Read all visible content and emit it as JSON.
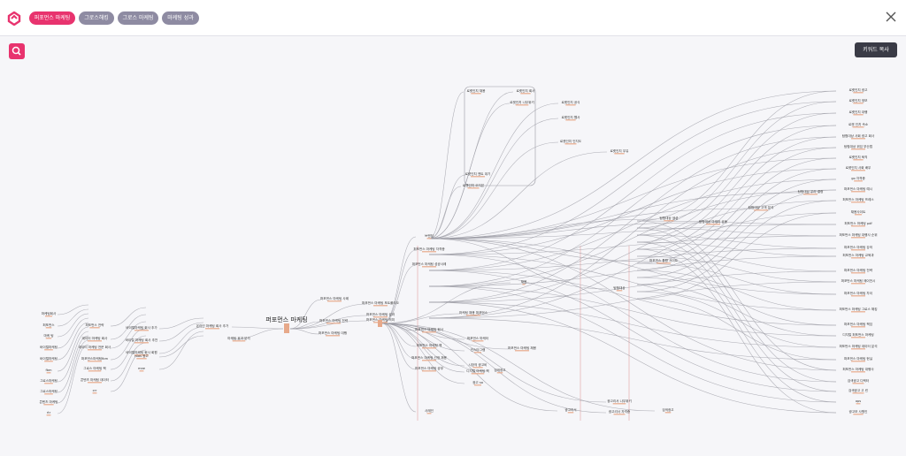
{
  "tabs": [
    {
      "label": "퍼포먼스 마케팅",
      "color": "#e8336e"
    },
    {
      "label": "그로스해킹",
      "color": "#8e8ba2"
    },
    {
      "label": "그로스 마케팅",
      "color": "#8e8ba2"
    },
    {
      "label": "마케팅 성과",
      "color": "#8e8ba2"
    }
  ],
  "buttons": {
    "keyword_copy": "키워드 복사"
  },
  "icons": {
    "logo": "logo-icon",
    "close": "close-icon",
    "search": "search-icon"
  },
  "colors": {
    "accent": "#e8336e",
    "tab_inactive": "#8e8ba2",
    "edge": "#9a9aa3",
    "node": "#e7a98a",
    "guide": "#e3a0a0"
  },
  "graph": {
    "central": "퍼포먼스 마케팅",
    "left_nodes": [
      "마케팅회사",
      "퍼포먼스",
      "마케 팅",
      "바이럴마케팅",
      "바이럴마케팅",
      "fbm",
      "그로스마케팅",
      "그로스마케팅",
      "콘텐츠 마케팅",
      "rtr"
    ],
    "left_mid": [
      "퍼포먼스 전략",
      "데이터 마케팅 회사",
      "데이터 마케팅 전문 회사",
      "퍼포먼스마케팅fbm",
      "그로스 마케팅 책",
      "콘텐츠 마케팅 데이터",
      "crr"
    ],
    "left_mid2": [
      "바이럴마케팅 회사 추가",
      "바이럴 마케팅 회사 추천",
      "바이럴마케팅 회사 회원",
      "mae",
      "roas 광고"
    ],
    "left_mid3": [
      "온라인 마케팅 회사 추가",
      "마케팅 효과 분석"
    ],
    "center_left": [
      "퍼포먼스 마케팅 사례",
      "퍼포먼스 마케팅 전략",
      "퍼포먼스 마케팅 대행"
    ],
    "center": [
      "퍼포먼스 마케팅 포트폴리오",
      "퍼포먼스 마케팅 성과",
      "퍼포먼스 마케팅 의미"
    ],
    "mid": [
      "브랜딩",
      "퍼포먼스 마케팅 자격증",
      "퍼포먼스 마케팅 성공사례",
      "채용",
      "마케팅 채용 퍼포먼스",
      "퍼포먼스 마케팅 회사",
      "퍼포먼스 마케터",
      "퍼포먼스 마케팅 책",
      "인스타그램",
      "퍼포먼스 마케팅 선정 채용",
      "퍼포먼스 마케팅 공부",
      "시장의 광고비",
      "디지털 마케팅 책",
      "광고 sa",
      "사례인",
      "퍼포먼스 마케팅 채용",
      "검색광고",
      "광고리서",
      "광고리서 나무위키",
      "광고리서 자격증",
      "검색광고"
    ],
    "upper": [
      "로켓인치 채용",
      "로켓인치 회사",
      "로켓인치 나무위키",
      "로켓인치 공식",
      "로켓인치 웹사",
      "로켓인치 인지도",
      "로켓인치 우유",
      "로켓인치 앤트 대기",
      "로켓인치 오지은",
      "탐험대상 생성",
      "탐험대상 마케터 공동",
      "퍼포먼스 통합 사이트",
      "탐험대상",
      "탐험대상 고객 분석",
      "탐험대상 우리 결정"
    ],
    "right_nodes": [
      "로켓인치 광고",
      "로켓인치 정보",
      "로켓인치 대행",
      "로켓 인치 속소",
      "탐험대상 사회 광고 회사",
      "탐험대상 위임 부산법",
      "로켓인치 퇴직",
      "로켓인치 사회 배우",
      "go 자격증",
      "퍼포먼스 마케팅 예시",
      "퍼포먼스 마케팅 프레스",
      "채용사이트",
      "퍼포먼스 마케팅 pdf",
      "퍼포먼스 마케팅 대행사 순위",
      "퍼포먼스 마케팅 강의",
      "퍼포먼스 마케팅 교육과",
      "퍼포먼스 마케팅 전략",
      "퍼포먼스 마케팅 에이전시",
      "퍼포먼스 마케팅 차이",
      "퍼포먼스 마케팅 그로스 해킹",
      "퍼포먼스 마케팅 책임",
      "디지털 퍼포먼스 마케팅",
      "퍼포먼스 마케팅 데이터 분석",
      "퍼포먼스 마케팅 현실",
      "퍼포먼스 마케팅 대행사",
      "검색광고 디렉터",
      "검색광고 고 린",
      "ops",
      "광고보 사원인"
    ]
  }
}
